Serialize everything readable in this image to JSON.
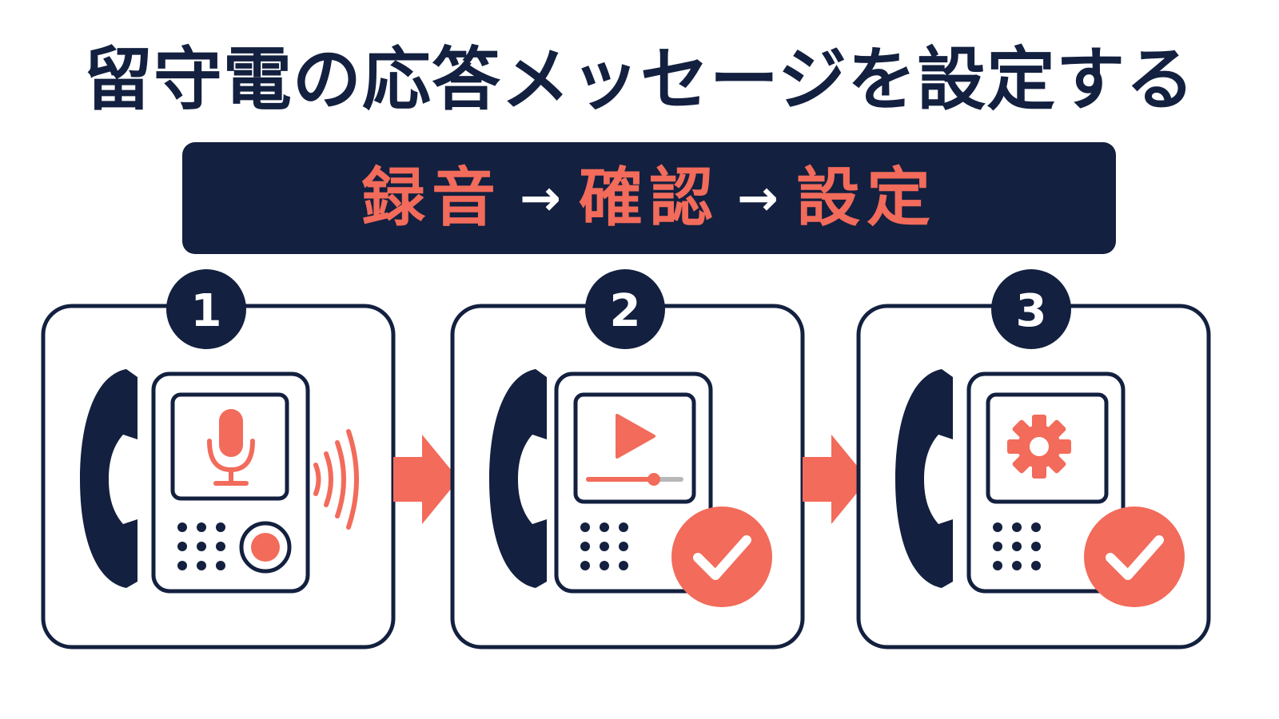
{
  "title": "留守電の応答メッセージを設定する",
  "banner": {
    "step1": "録音",
    "arrow1": "→",
    "step2": "確認",
    "arrow2": "→",
    "step3": "設定"
  },
  "steps": [
    {
      "number": "1",
      "icon": "microphone-icon",
      "badge": "record-button-icon"
    },
    {
      "number": "2",
      "icon": "play-icon",
      "badge": "check-icon"
    },
    {
      "number": "3",
      "icon": "gear-icon",
      "badge": "check-icon"
    }
  ],
  "colors": {
    "navy": "#13203f",
    "coral": "#f26b5b",
    "white": "#ffffff",
    "gray": "#b8b8b8"
  }
}
